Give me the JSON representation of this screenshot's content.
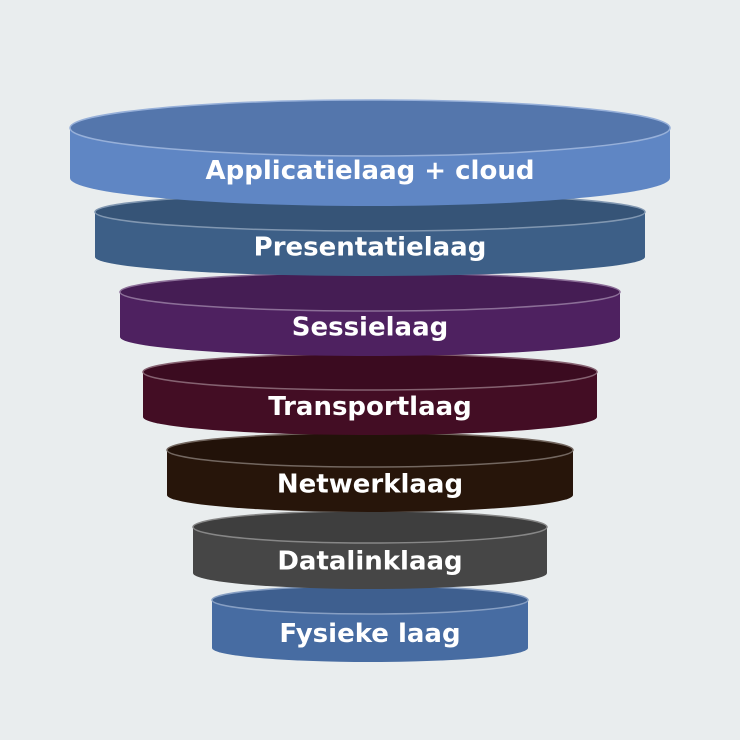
{
  "diagram": {
    "layers": [
      {
        "label": "Applicatielaag + cloud",
        "color": "#5f86c4"
      },
      {
        "label": "Presentatielaag",
        "color": "#3d5f87"
      },
      {
        "label": "Sessielaag",
        "color": "#4e2160"
      },
      {
        "label": "Transportlaag",
        "color": "#430d24"
      },
      {
        "label": "Netwerklaag",
        "color": "#27150a"
      },
      {
        "label": "Datalinklaag",
        "color": "#464646"
      },
      {
        "label": "Fysieke laag",
        "color": "#476ca2"
      }
    ]
  }
}
